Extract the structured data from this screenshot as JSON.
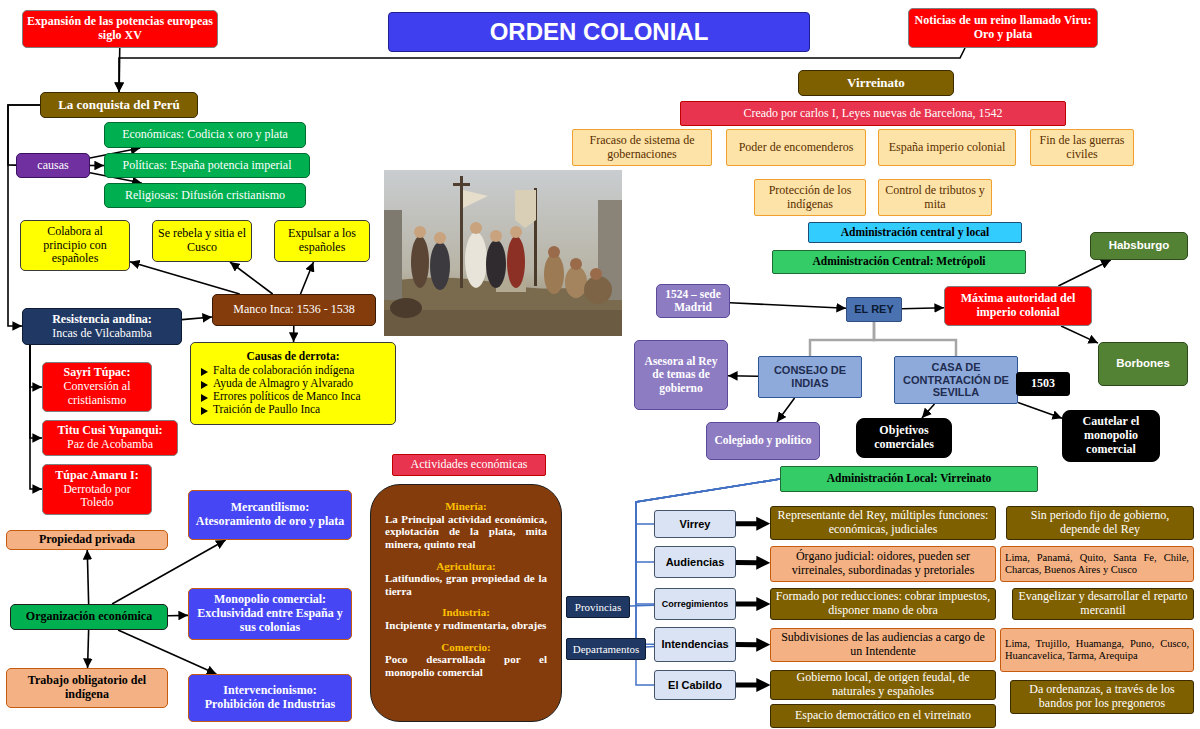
{
  "diagram": {
    "title": "ORDEN COLONIAL",
    "nodes": [
      {
        "text": [
          "Expansión de las potencias europeas siglo XV"
        ]
      },
      {
        "text": [
          "Noticias de un reino llamado Viru: Oro y plata"
        ]
      },
      {
        "text": [
          "La conquista del Perú"
        ]
      },
      {
        "text": [
          "causas"
        ]
      },
      {
        "text": [
          "Económicas: Codicia x oro y plata"
        ]
      },
      {
        "text": [
          "Políticas: España potencia imperial"
        ]
      },
      {
        "text": [
          "Religiosas: Difusión cristianismo"
        ]
      },
      {
        "text": [
          "Colabora al principio con españoles"
        ]
      },
      {
        "text": [
          "Se rebela y sitia el Cusco"
        ]
      },
      {
        "text": [
          "Expulsar a los españoles"
        ]
      },
      {
        "text": [
          "Resistencia andina:",
          "Incas de Vilcabamba"
        ]
      },
      {
        "text": [
          "Manco Inca: 1536 - 1538"
        ]
      },
      {
        "text": [
          "Causas de derrota:",
          "Falta de colaboración indígena",
          "Ayuda de Almagro y Alvarado",
          "Errores políticos de Manco Inca",
          "Traición de Paullo Inca"
        ]
      },
      {
        "text": [
          "Sayri Túpac:",
          "Conversión al cristianismo"
        ]
      },
      {
        "text": [
          "Titu Cusi Yupanqui:",
          "Paz de Acobamba"
        ]
      },
      {
        "text": [
          "Túpac Amaru I:",
          "Derrotado por Toledo"
        ]
      },
      {
        "text": [
          "Propiedad privada"
        ]
      },
      {
        "text": [
          "Organización económica"
        ]
      },
      {
        "text": [
          "Trabajo obligatorio del indígena"
        ]
      },
      {
        "text": [
          "Mercantilismo:",
          "Atesoramiento de oro y plata"
        ]
      },
      {
        "text": [
          "Monopolio comercial:",
          "Exclusividad entre España y sus colonias"
        ]
      },
      {
        "text": [
          "Intervencionismo:",
          "Prohibición de Industrias"
        ]
      },
      {
        "text": [
          "Actividades económicas"
        ]
      },
      {
        "text": [
          "Minería:",
          "La Principal actividad económica, explotación de la plata, mita minera, quinto real",
          "Agricultura:",
          "Latifundios, gran propiedad de la tierra",
          "Industria:",
          "Incipiente y rudimentaria, obrajes",
          "Comercio:",
          "Poco desarrollada por el monopolio comercial"
        ]
      },
      {
        "text": [
          "Virreinato"
        ]
      },
      {
        "text": [
          "Creado por carlos I, Leyes nuevas de Barcelona, 1542"
        ]
      },
      {
        "text": [
          "Fracaso de sistema de gobernaciones"
        ]
      },
      {
        "text": [
          "Poder de encomenderos"
        ]
      },
      {
        "text": [
          "España imperio colonial"
        ]
      },
      {
        "text": [
          "Fin de las guerras civiles"
        ]
      },
      {
        "text": [
          "Protección de los indígenas"
        ]
      },
      {
        "text": [
          "Control de tributos y mita"
        ]
      },
      {
        "text": [
          "Administración central y local"
        ]
      },
      {
        "text": [
          "Administración Central: Metrópoli"
        ]
      },
      {
        "text": [
          "Habsburgo"
        ]
      },
      {
        "text": [
          "1524 – sede Madrid"
        ]
      },
      {
        "text": [
          "EL REY"
        ]
      },
      {
        "text": [
          "Máxima autoridad del imperio colonial"
        ]
      },
      {
        "text": [
          "Asesora al Rey de temas de gobierno"
        ]
      },
      {
        "text": [
          "CONSEJO DE INDIAS"
        ]
      },
      {
        "text": [
          "CASA DE CONTRATACIÓN DE SEVILLA"
        ]
      },
      {
        "text": [
          "1503"
        ]
      },
      {
        "text": [
          "Borbones"
        ]
      },
      {
        "text": [
          "Colegiado y político"
        ]
      },
      {
        "text": [
          "Objetivos comerciales"
        ]
      },
      {
        "text": [
          "Cautelar el monopolio comercial"
        ]
      },
      {
        "text": [
          "Administración Local: Virreinato"
        ]
      },
      {
        "text": [
          "Virrey"
        ]
      },
      {
        "text": [
          "Audiencias"
        ]
      },
      {
        "text": [
          "Corregimientos"
        ]
      },
      {
        "text": [
          "Intendencias"
        ]
      },
      {
        "text": [
          "El Cabildo"
        ]
      },
      {
        "text": [
          "Provincias"
        ]
      },
      {
        "text": [
          "Departamentos"
        ]
      },
      {
        "text": [
          "Representante del Rey, múltiples funciones: económicas, judiciales"
        ]
      },
      {
        "text": [
          "Sin periodo fijo de gobierno, depende del Rey"
        ]
      },
      {
        "text": [
          "Órgano judicial: oidores, pueden ser virreinales, subordinadas y pretoriales"
        ]
      },
      {
        "text": [
          "Lima, Panamá, Quito, Santa Fe, Chile, Charcas, Buenos Aires y Cusco"
        ]
      },
      {
        "text": [
          "Formado por reducciones: cobrar impuestos, disponer mano de obra"
        ]
      },
      {
        "text": [
          "Evangelizar y desarrollar el reparto mercantil"
        ]
      },
      {
        "text": [
          "Subdivisiones de las audiencias a cargo de un Intendente"
        ]
      },
      {
        "text": [
          "Lima, Trujillo, Huamanga, Puno, Cusco, Huancavelica, Tarma, Arequipa"
        ]
      },
      {
        "text": [
          "Gobierno local, de origen feudal, de naturales y españoles"
        ]
      },
      {
        "text": [
          "Da ordenanzas, a través de los bandos por los pregoneros"
        ]
      },
      {
        "text": [
          "Espacio democrático en el virreinato"
        ]
      }
    ],
    "edges": [
      {
        "from": 0,
        "to": 2,
        "arrow": "to"
      },
      {
        "from": 1,
        "to": 2,
        "arrow": "to"
      },
      {
        "from": 2,
        "to": 3,
        "arrow": "none"
      },
      {
        "from": 2,
        "to": 10,
        "arrow": "to"
      },
      {
        "from": 3,
        "to": 4,
        "arrow": "to"
      },
      {
        "from": 3,
        "to": 5,
        "arrow": "to"
      },
      {
        "from": 3,
        "to": 6,
        "arrow": "to"
      },
      {
        "from": 10,
        "to": 11,
        "arrow": "to"
      },
      {
        "from": 11,
        "to": 7,
        "arrow": "to"
      },
      {
        "from": 11,
        "to": 8,
        "arrow": "to"
      },
      {
        "from": 11,
        "to": 9,
        "arrow": "to"
      },
      {
        "from": 11,
        "to": 12,
        "arrow": "to"
      },
      {
        "from": 10,
        "to": 13,
        "arrow": "to"
      },
      {
        "from": 10,
        "to": 14,
        "arrow": "to"
      },
      {
        "from": 10,
        "to": 15,
        "arrow": "to"
      },
      {
        "from": 17,
        "to": 16,
        "arrow": "to"
      },
      {
        "from": 17,
        "to": 18,
        "arrow": "to"
      },
      {
        "from": 17,
        "to": 19,
        "arrow": "to"
      },
      {
        "from": 17,
        "to": 20,
        "arrow": "to"
      },
      {
        "from": 17,
        "to": 21,
        "arrow": "to"
      },
      {
        "from": 35,
        "to": 36,
        "arrow": "to"
      },
      {
        "from": 36,
        "to": 37,
        "arrow": "to"
      },
      {
        "from": 37,
        "to": 34,
        "arrow": "to"
      },
      {
        "from": 37,
        "to": 42,
        "arrow": "to"
      },
      {
        "from": 36,
        "to": 39,
        "arrow": "none"
      },
      {
        "from": 36,
        "to": 40,
        "arrow": "none"
      },
      {
        "from": 39,
        "to": 38,
        "arrow": "to"
      },
      {
        "from": 39,
        "to": 43,
        "arrow": "to"
      },
      {
        "from": 40,
        "to": 41,
        "arrow": "to"
      },
      {
        "from": 40,
        "to": 44,
        "arrow": "to"
      },
      {
        "from": 40,
        "to": 45,
        "arrow": "to"
      },
      {
        "from": 46,
        "to": 47,
        "arrow": "none"
      },
      {
        "from": 46,
        "to": 48,
        "arrow": "none"
      },
      {
        "from": 46,
        "to": 49,
        "arrow": "none"
      },
      {
        "from": 46,
        "to": 50,
        "arrow": "none"
      },
      {
        "from": 46,
        "to": 51,
        "arrow": "none"
      },
      {
        "from": 52,
        "to": 49,
        "arrow": "none"
      },
      {
        "from": 53,
        "to": 50,
        "arrow": "none"
      },
      {
        "from": 47,
        "to": 54,
        "arrow": "to"
      },
      {
        "from": 48,
        "to": 56,
        "arrow": "to"
      },
      {
        "from": 49,
        "to": 58,
        "arrow": "to"
      },
      {
        "from": 50,
        "to": 60,
        "arrow": "to"
      },
      {
        "from": 51,
        "to": 62,
        "arrow": "to"
      }
    ]
  }
}
